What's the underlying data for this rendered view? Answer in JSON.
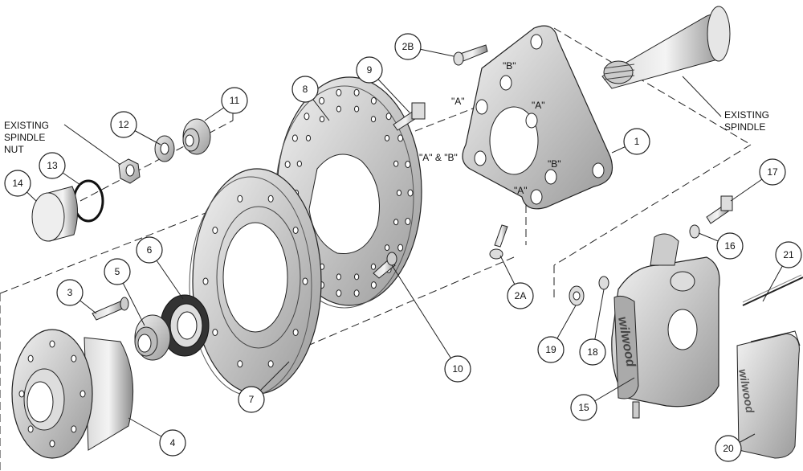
{
  "callouts": [
    "1",
    "2A",
    "2B",
    "3",
    "4",
    "5",
    "6",
    "7",
    "8",
    "9",
    "10",
    "11",
    "12",
    "13",
    "14",
    "15",
    "16",
    "17",
    "18",
    "19",
    "20",
    "21"
  ],
  "labels": {
    "spindle_nut": [
      "EXISTING",
      "SPINDLE",
      "NUT"
    ],
    "spindle": [
      "EXISTING",
      "SPINDLE"
    ],
    "bracket_a1": "\"A\"",
    "bracket_a2": "\"A\"",
    "bracket_a3": "\"A\"",
    "bracket_b1": "\"B\"",
    "bracket_b2": "\"B\"",
    "bracket_ab": "\"A\" & \"B\""
  },
  "logo_text": "wilwood"
}
